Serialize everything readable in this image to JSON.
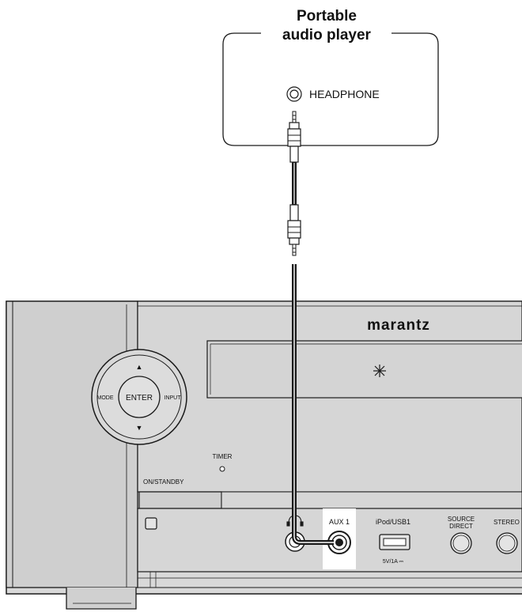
{
  "player": {
    "title_line1": "Portable",
    "title_line2": "audio player",
    "port_label": "HEADPHONE"
  },
  "receiver": {
    "brand": "marantz",
    "timer_label": "TIMER",
    "power_label": "ON/STANDBY",
    "dial": {
      "center_label": "ENTER",
      "left_label": "MODE",
      "right_label": "INPUT",
      "up_symbol": "▲",
      "down_symbol": "▼"
    },
    "jacks": {
      "aux_label": "AUX 1",
      "usb_label": "iPod/USB1",
      "usb_rating": "5V/1A ⎓",
      "source_direct_line1": "SOURCE",
      "source_direct_line2": "DIRECT",
      "stereo_label": "STEREO"
    }
  },
  "colors": {
    "line": "#1a1a1a",
    "panel": "#d9d9d9",
    "panel_dark": "#bfbfbf",
    "highlight": "#ffffff"
  }
}
